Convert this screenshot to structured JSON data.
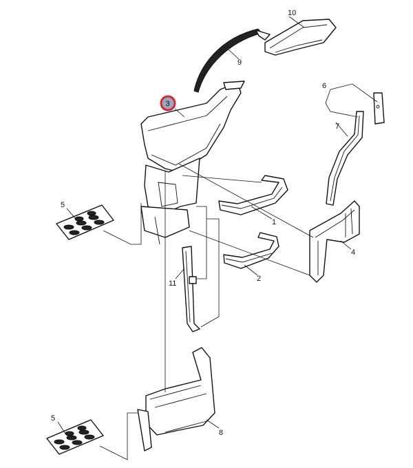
{
  "diagram": {
    "highlighted_callout": "3",
    "highlight_color": "#d9262c",
    "highlight_fill": "#9aa6bf",
    "callouts": {
      "c1": "1",
      "c2": "2",
      "c3": "3",
      "c4": "4",
      "c5a": "5",
      "c5b": "5",
      "c6": "6",
      "c7": "7",
      "c8": "8",
      "c9": "9",
      "c10": "10",
      "c11": "11"
    }
  }
}
